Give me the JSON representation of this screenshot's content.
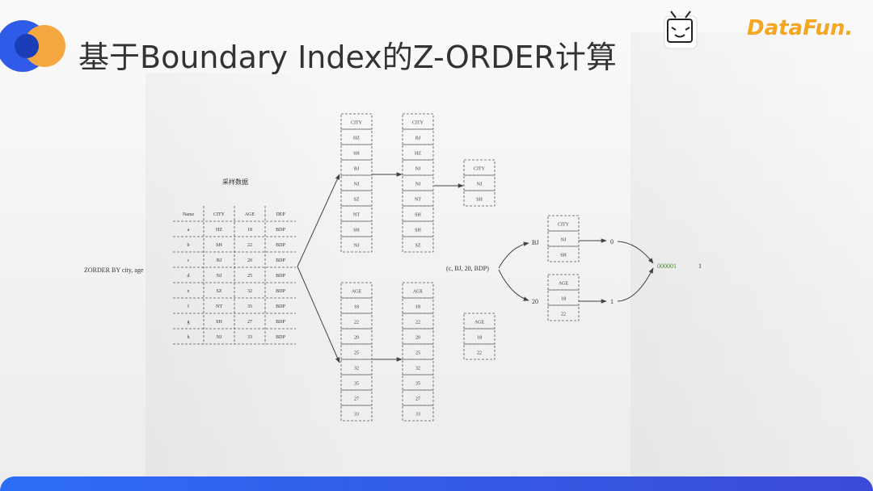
{
  "header": {
    "title": "基于Boundary Index的Z-ORDER计算",
    "brand": "DataFun."
  },
  "sample": {
    "caption": "采样数据",
    "headers": [
      "Name",
      "CITY",
      "AGE",
      "DEP"
    ],
    "rows": [
      [
        "a",
        "HZ",
        "18",
        "BDP"
      ],
      [
        "b",
        "SH",
        "22",
        "BDP"
      ],
      [
        "c",
        "BJ",
        "20",
        "BDP"
      ],
      [
        "d",
        "NJ",
        "25",
        "BDP"
      ],
      [
        "e",
        "SZ",
        "32",
        "BDP"
      ],
      [
        "f",
        "NT",
        "35",
        "BDP"
      ],
      [
        "g",
        "SH",
        "27",
        "BDP"
      ],
      [
        "h",
        "NJ",
        "33",
        "BDP"
      ]
    ]
  },
  "zorder_label": "ZORDER BY city, age",
  "city_raw": [
    "CITY",
    "HZ",
    "SH",
    "BJ",
    "NJ",
    "SZ",
    "NT",
    "SH",
    "NJ"
  ],
  "city_sorted": [
    "CITY",
    "BJ",
    "HZ",
    "NJ",
    "NJ",
    "NT",
    "SH",
    "SH",
    "SZ"
  ],
  "city_bounds": [
    "CITY",
    "NJ",
    "SH"
  ],
  "age_raw": [
    "AGE",
    "18",
    "22",
    "20",
    "25",
    "32",
    "35",
    "27",
    "33"
  ],
  "age_sorted": [
    "AGE",
    "18",
    "22",
    "20",
    "25",
    "32",
    "35",
    "27",
    "33"
  ],
  "age_bounds": [
    "AGE",
    "18",
    "22"
  ],
  "query": {
    "tuple": "(c, BJ, 20, BDP)",
    "city_value": "BJ",
    "age_value": "20",
    "city_lookup": [
      "CITY",
      "NJ",
      "SH"
    ],
    "age_lookup": [
      "AGE",
      "18",
      "22"
    ],
    "city_index": "0",
    "age_index": "1",
    "zvalue": "000001",
    "zvalue_decimal": "1"
  }
}
